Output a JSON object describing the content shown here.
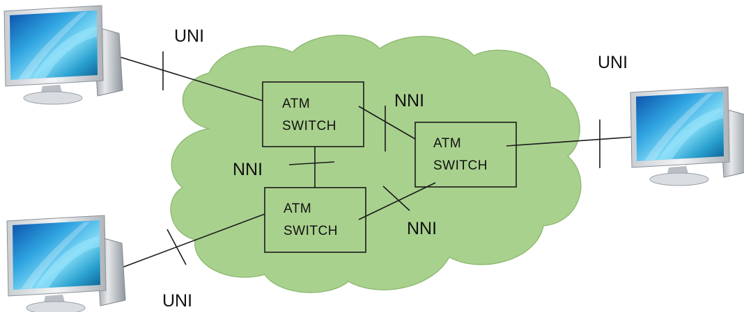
{
  "switches": [
    {
      "line1": "ATM",
      "line2": "SWITCH"
    },
    {
      "line1": "ATM",
      "line2": "SWITCH"
    },
    {
      "line1": "ATM",
      "line2": "SWITCH"
    }
  ],
  "interface_labels": {
    "uni_top_left": "UNI",
    "uni_right": "UNI",
    "uni_bottom_left": "UNI",
    "nni_top": "NNI",
    "nni_left": "NNI",
    "nni_bottom": "NNI"
  },
  "colors": {
    "cloud_fill": "#a9d18e",
    "cloud_stroke": "#8fbc73",
    "line": "#1a1a1a"
  },
  "icons": [
    "computer-monitor-icon",
    "computer-monitor-icon",
    "computer-monitor-icon"
  ]
}
